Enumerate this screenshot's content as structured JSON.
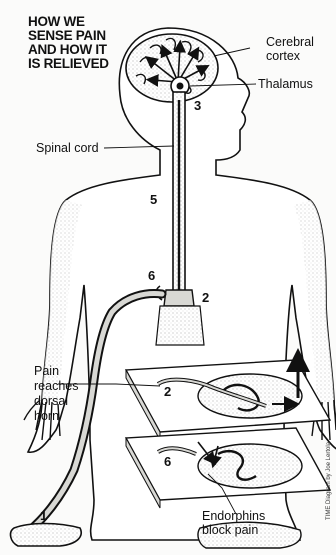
{
  "title_lines": [
    "HOW WE",
    "SENSE PAIN",
    "AND HOW IT",
    "IS RELIEVED"
  ],
  "labels": {
    "cerebral_cortex": [
      "Cerebral",
      "cortex"
    ],
    "thalamus": "Thalamus",
    "spinal_cord": "Spinal cord",
    "pain_reaches": [
      "Pain",
      "reaches",
      "dorsal",
      "horn"
    ],
    "endorphins": [
      "Endorphins",
      "block pain"
    ]
  },
  "steps": {
    "s1": "1",
    "s2_spine": "2",
    "s2_panel": "2",
    "s3": "3",
    "s5": "5",
    "s6_spine": "6",
    "s6_panel": "6"
  },
  "credit": "TIME Diagram by Joe Lertola",
  "colors": {
    "ink": "#111111",
    "paper": "#fbfbfa",
    "shade": "#d8d8d4"
  }
}
